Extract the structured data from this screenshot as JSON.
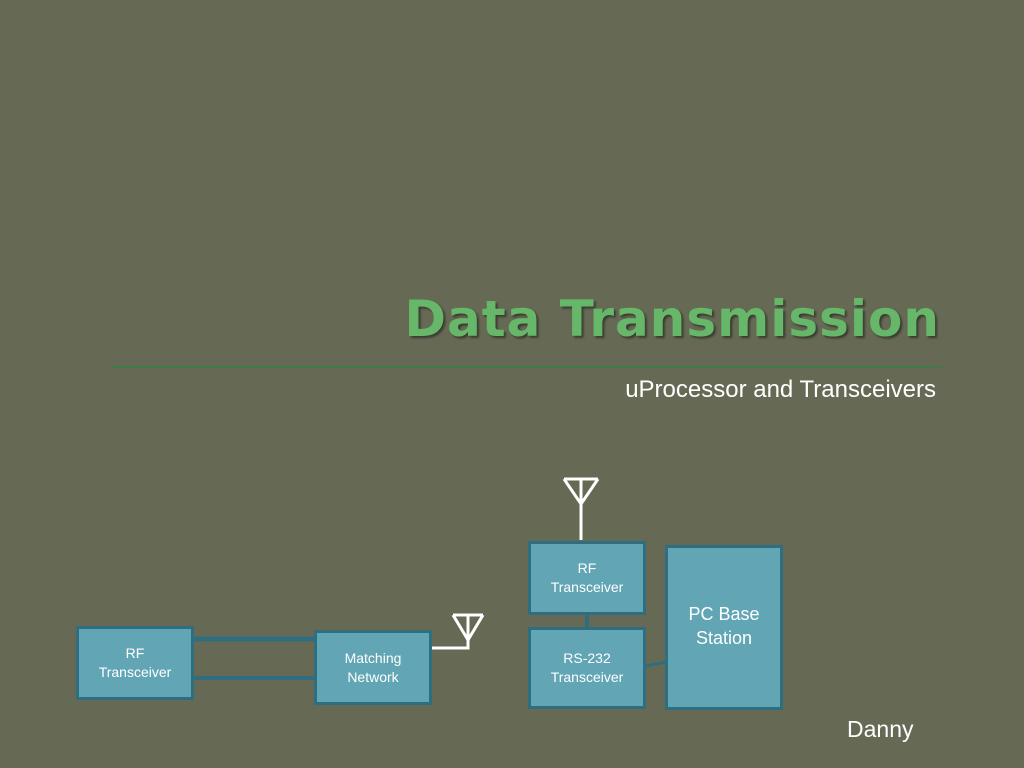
{
  "slide": {
    "title": "Data Transmission",
    "subtitle": "uProcessor and Transceivers",
    "author": "Danny"
  },
  "diagram": {
    "rf_transceiver_left": {
      "line1": "RF",
      "line2": "Transceiver"
    },
    "matching_network": {
      "line1": "Matching",
      "line2": "Network"
    },
    "rf_transceiver_right": {
      "line1": "RF",
      "line2": "Transceiver"
    },
    "rs232_transceiver": {
      "line1": "RS-232",
      "line2": "Transceiver"
    },
    "pc_base_station": {
      "line1": "PC Base",
      "line2": "Station"
    }
  },
  "colors": {
    "background": "#666a54",
    "title": "#67b76b",
    "box_fill": "#62a6b6",
    "box_border": "#2f6e80",
    "antenna": "#ffffff"
  }
}
